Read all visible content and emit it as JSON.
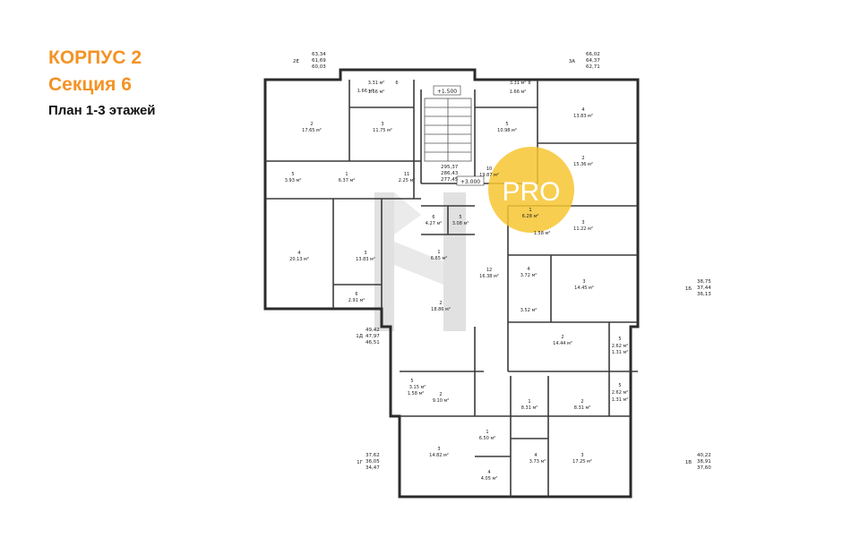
{
  "title": {
    "building": "КОРПУС 2",
    "section": "Секция 6",
    "floors": "План 1-3 этажей"
  },
  "colors": {
    "accent": "#f39325",
    "pro_badge": "#f7c531",
    "watermark": "#c9c9c9"
  },
  "badge": "PRO",
  "levels": {
    "l1": "+1.500",
    "l2": "+3.000"
  },
  "apartments": {
    "a2e": {
      "code": "2Е",
      "areas": [
        "63,34",
        "61,69",
        "60,03"
      ]
    },
    "a3a": {
      "code": "3А",
      "areas": [
        "66,02",
        "64,37",
        "62,71"
      ]
    },
    "a1b": {
      "code": "1Б",
      "areas": [
        "38,75",
        "37,44",
        "36,13"
      ]
    },
    "a1d": {
      "code": "1Д",
      "areas": [
        "49,42",
        "47,97",
        "46,51"
      ]
    },
    "a1g": {
      "code": "1Г",
      "areas": [
        "37,62",
        "36,05",
        "34,47"
      ]
    },
    "a1v": {
      "code": "1В",
      "areas": [
        "40,22",
        "38,91",
        "37,60"
      ]
    },
    "stair": {
      "areas": [
        "295,37",
        "286,43",
        "277,45"
      ]
    }
  },
  "rooms": [
    {
      "n": "2",
      "a": "17.65 м²"
    },
    {
      "n": "3",
      "a": "11.75 м²"
    },
    {
      "n": "1",
      "a": "6.37 м²"
    },
    {
      "n": "5",
      "a": "3.93 м²"
    },
    {
      "n": "11",
      "a": "2.25 м²"
    },
    {
      "n": "4",
      "a": "20.13 м²"
    },
    {
      "n": "3",
      "a": "13.83 м²"
    },
    {
      "n": "6",
      "a": "2.91 м²"
    },
    {
      "n": "",
      "a": "1.66 м²"
    },
    {
      "n": "6",
      "a": "4.27 м²"
    },
    {
      "n": "5",
      "a": "3.08 м²"
    },
    {
      "n": "1",
      "a": "6.65 м²"
    },
    {
      "n": "2",
      "a": "18.86 м²"
    },
    {
      "n": "12",
      "a": "16.38 м²"
    },
    {
      "n": "10",
      "a": "19.87 м²"
    },
    {
      "n": "5",
      "a": "10.98 м²"
    },
    {
      "n": "4",
      "a": "13.83 м²"
    },
    {
      "n": "2",
      "a": "15.36 м²"
    },
    {
      "n": "1",
      "a": "6.28 м²"
    },
    {
      "n": "3",
      "a": "11.22 м²"
    },
    {
      "n": "",
      "a": "1.58 м²"
    },
    {
      "n": "4",
      "a": "3.72 м²"
    },
    {
      "n": "3",
      "a": "14.45 м²"
    },
    {
      "n": "",
      "a": "3.52 м²"
    },
    {
      "n": "2",
      "a": "14.44 м²"
    },
    {
      "n": "5",
      "a": "2.62 м²"
    },
    {
      "n": "",
      "a": "1.31 м²"
    },
    {
      "n": "5",
      "a": "2.62 м²"
    },
    {
      "n": "",
      "a": "1.31 м²"
    },
    {
      "n": "5",
      "a": "3.15 м²"
    },
    {
      "n": "",
      "a": "1.58 м²"
    },
    {
      "n": "2",
      "a": "9.10 м²"
    },
    {
      "n": "1",
      "a": "8.31 м²"
    },
    {
      "n": "2",
      "a": "8.31 м²"
    },
    {
      "n": "1",
      "a": "6.50 м²"
    },
    {
      "n": "3",
      "a": "14.82 м²"
    },
    {
      "n": "4",
      "a": "4.05 м²"
    },
    {
      "n": "4",
      "a": "3.73 м²"
    },
    {
      "n": "3",
      "a": "17.25 м²"
    },
    {
      "n": "6",
      "a": "3.31 м²"
    },
    {
      "n": "",
      "a": "1.66 м²"
    },
    {
      "n": "8",
      "a": "3.31 м²"
    },
    {
      "n": "",
      "a": "1.66 м²"
    }
  ]
}
